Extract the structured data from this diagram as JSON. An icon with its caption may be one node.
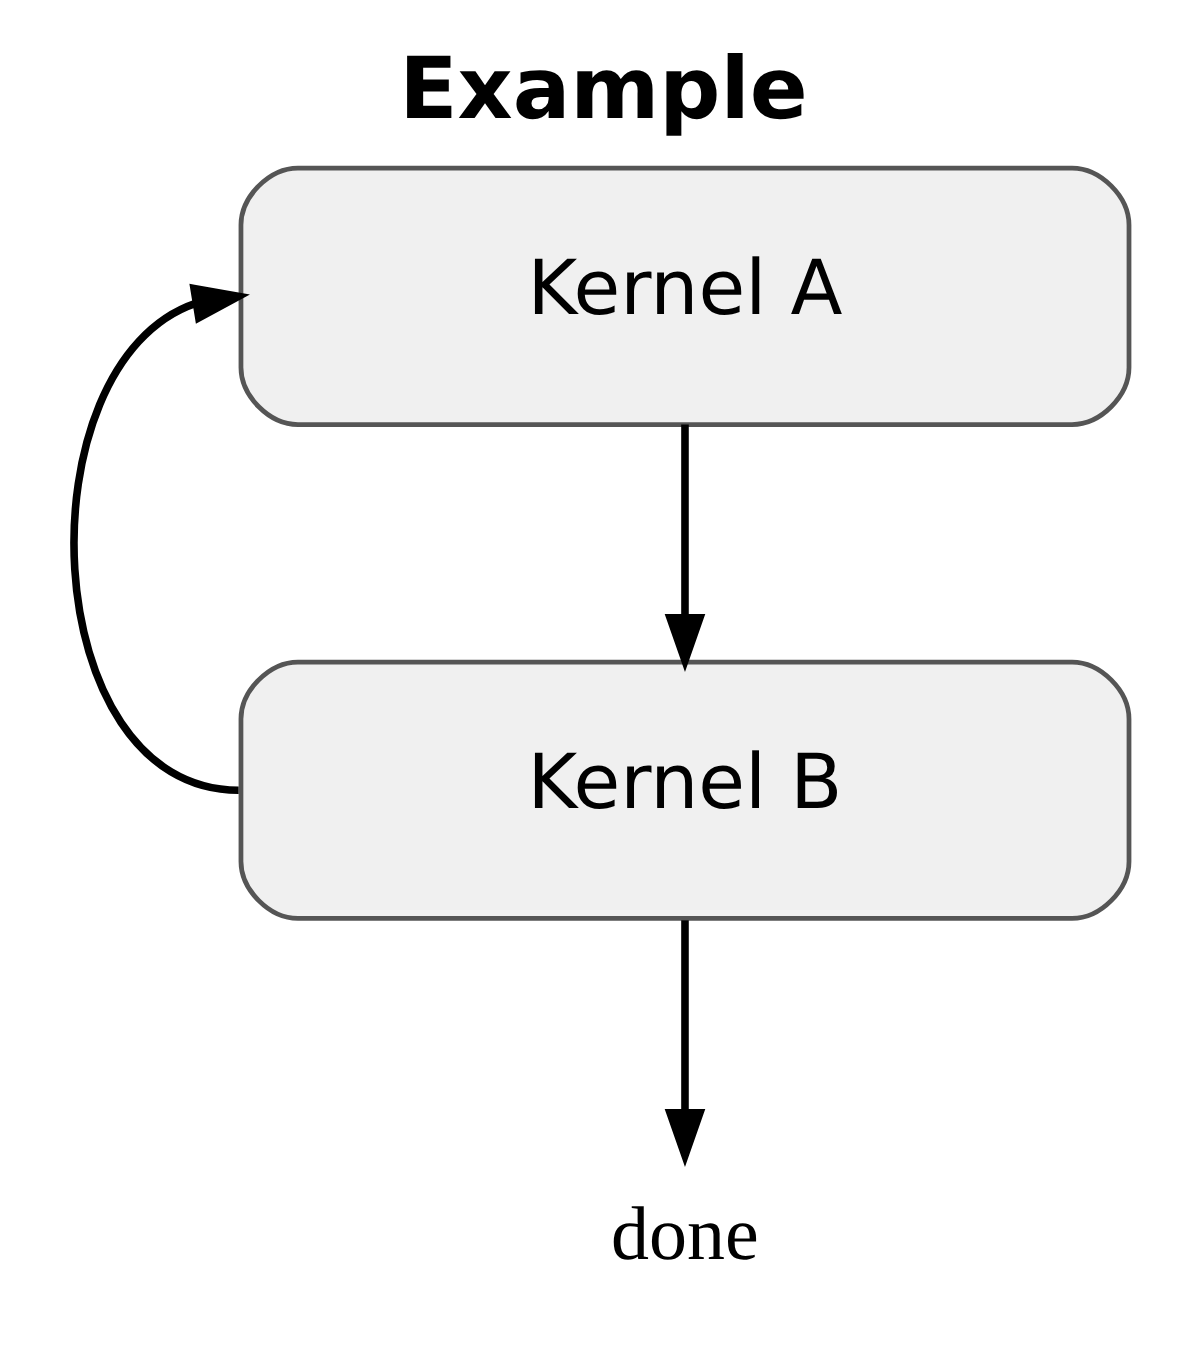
{
  "diagram": {
    "title": "Example",
    "nodes": [
      {
        "text": [
          "Kernel A"
        ]
      },
      {
        "text": [
          "Kernel B"
        ]
      },
      {
        "text": [
          "done"
        ]
      }
    ],
    "edges": [
      {
        "from": 0,
        "to": 1,
        "arrow": "to"
      },
      {
        "from": 1,
        "to": 0,
        "arrow": "to"
      },
      {
        "from": 1,
        "to": 2,
        "arrow": "to"
      }
    ]
  }
}
